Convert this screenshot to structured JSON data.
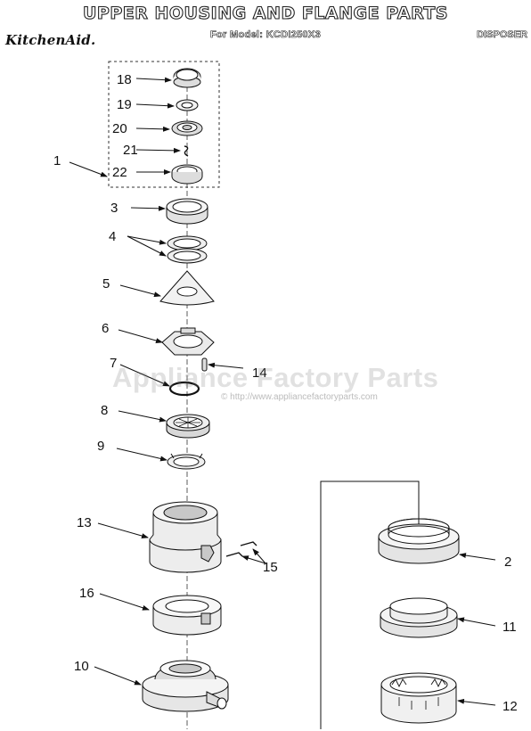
{
  "header": {
    "title": "UPPER HOUSING AND FLANGE PARTS",
    "model_line": "For Model: KCDI250X3",
    "brand": "KitchenAid.",
    "category": "DISPOSER"
  },
  "watermark": {
    "text": "Appliance Factory Parts",
    "url": "© http://www.appliancefactoryparts.com"
  },
  "callouts": [
    "18",
    "19",
    "20",
    "21",
    "22",
    "1",
    "3",
    "4",
    "5",
    "6",
    "7",
    "14",
    "8",
    "9",
    "13",
    "15",
    "16",
    "10",
    "2",
    "11",
    "12"
  ],
  "colors": {
    "line": "#111111",
    "part_fill": "#f2f2f2",
    "shade": "#c8c8c8",
    "dash": "#333333"
  }
}
